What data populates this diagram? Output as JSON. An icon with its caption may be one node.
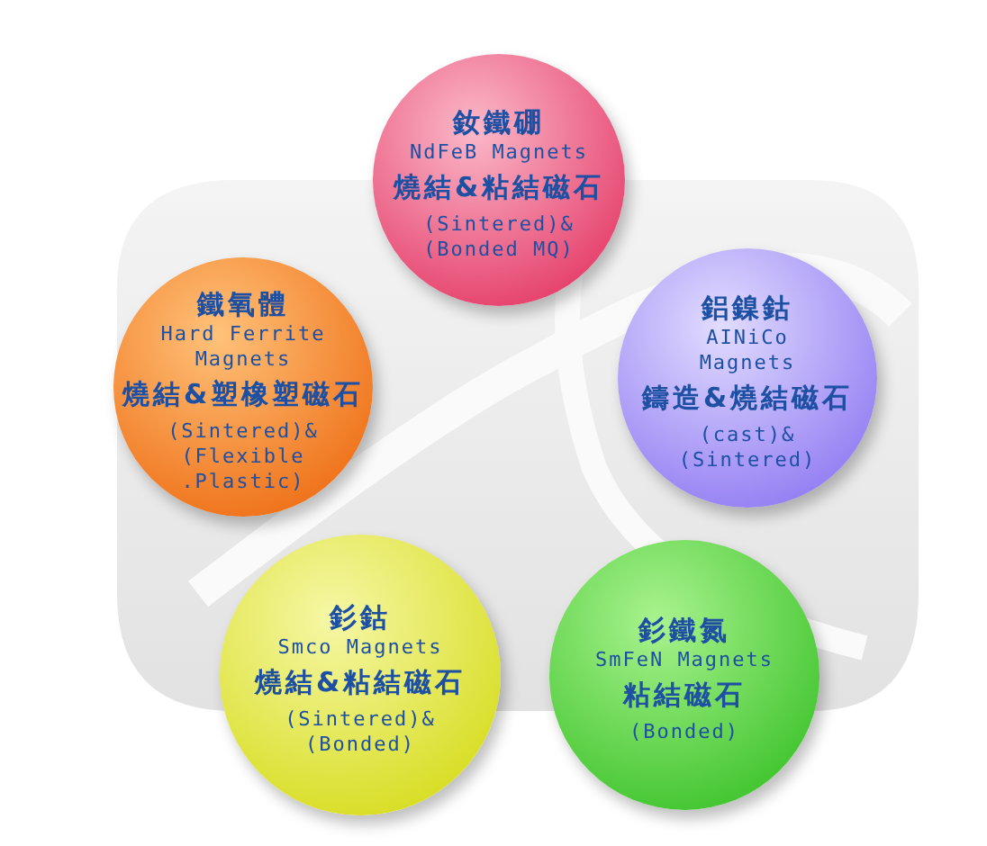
{
  "diagram": {
    "nodes": [
      {
        "text": [
          "釹鐵硼",
          "NdFeB Magnets",
          "燒結&粘結磁石",
          "(Sintered)& (Bonded MQ)"
        ]
      },
      {
        "text": [
          "鐵氧體",
          "Hard Ferrite Magnets",
          "燒結&塑橡塑磁石",
          "(Sintered)& (Flexible .Plastic)"
        ]
      },
      {
        "text": [
          "鋁鎳鈷",
          "AINiCo Magnets",
          "鑄造&燒結磁石",
          "(cast)& (Sintered)"
        ]
      },
      {
        "text": [
          "釤鈷",
          "Smco Magnets",
          "燒結&粘結磁石",
          "(Sintered)& (Bonded)"
        ]
      },
      {
        "text": [
          "釤鐵氮",
          "SmFeN Magnets",
          "粘結磁石",
          "(Bonded)"
        ]
      }
    ]
  }
}
